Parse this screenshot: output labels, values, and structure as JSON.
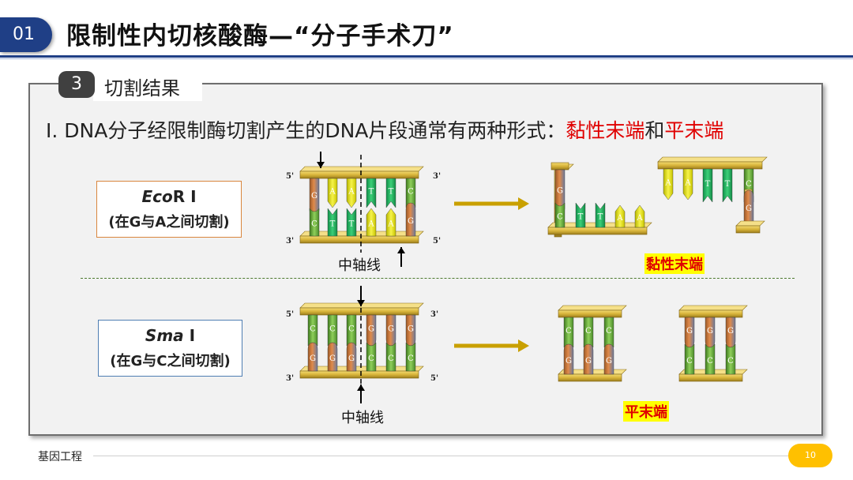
{
  "header": {
    "number": "01",
    "title": "限制性内切核酸酶—“分子手术刀”"
  },
  "section": {
    "number": "3",
    "label": "切割结果"
  },
  "statement": {
    "prefix": "I.   DNA分子经限制酶切割产生的DNA片段通常有两种形式：",
    "sticky": "黏性末端",
    "conj": "和",
    "blunt": "平末端"
  },
  "ecori": {
    "name_italic": "Eco",
    "name_rest": "R I",
    "site": "(在G与A之间切割)",
    "label_5_top": "5'",
    "label_3_top": "3'",
    "label_3_bottom": "3'",
    "label_5_bottom": "5'",
    "top_bases": [
      "G",
      "A",
      "A",
      "T",
      "T",
      "C"
    ],
    "bottom_bases": [
      "C",
      "T",
      "T",
      "A",
      "A",
      "G"
    ],
    "axis_label": "中轴线",
    "fragment_left_top": [
      "G"
    ],
    "fragment_left_bottom": [
      "C",
      "T",
      "T",
      "A",
      "A"
    ],
    "fragment_right_top": [
      "A",
      "A",
      "T",
      "T",
      "C"
    ],
    "fragment_right_bottom": [
      "G"
    ],
    "result_label": "黏性末端"
  },
  "smai": {
    "name_italic": "Sma",
    "name_rest": " I",
    "site": "(在G与C之间切割)",
    "label_5_top": "5'",
    "label_3_top": "3'",
    "label_3_bottom": "3'",
    "label_5_bottom": "5'",
    "top_bases": [
      "C",
      "C",
      "C",
      "G",
      "G",
      "G"
    ],
    "bottom_bases": [
      "G",
      "G",
      "G",
      "C",
      "C",
      "C"
    ],
    "axis_label": "中轴线",
    "fragment_left_top": [
      "C",
      "C",
      "C"
    ],
    "fragment_left_bottom": [
      "G",
      "G",
      "G"
    ],
    "fragment_right_top": [
      "G",
      "G",
      "G"
    ],
    "fragment_right_bottom": [
      "C",
      "C",
      "C"
    ],
    "result_label": "平末端"
  },
  "footer": {
    "label": "基因工程",
    "page": "10"
  },
  "colors": {
    "header_blue": "#1f3f86",
    "emphasis_red": "#e00000",
    "backbone": "#d8b43a",
    "arrow": "#c9a000",
    "highlight": "#ffff00",
    "page_pill": "#ffc000"
  }
}
